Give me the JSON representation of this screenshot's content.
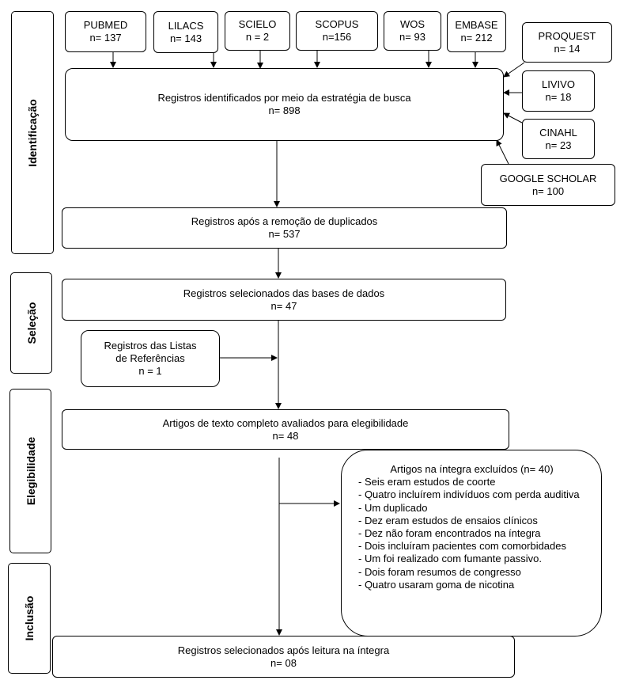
{
  "stages": {
    "identificacao": "Identificação",
    "selecao": "Seleção",
    "elegibilidade": "Elegibilidade",
    "inclusao": "Inclusão"
  },
  "databases": {
    "pubmed": {
      "name": "PUBMED",
      "count": "n= 137"
    },
    "lilacs": {
      "name": "LILACS",
      "count": "n= 143"
    },
    "scielo": {
      "name": "SCIELO",
      "count": "n = 2"
    },
    "scopus": {
      "name": "SCOPUS",
      "count": "n=156"
    },
    "wos": {
      "name": "WOS",
      "count": "n= 93"
    },
    "embase": {
      "name": "EMBASE",
      "count": "n= 212"
    },
    "proquest": {
      "name": "PROQUEST",
      "count": "n= 14"
    },
    "livivo": {
      "name": "LIVIVO",
      "count": "n= 18"
    },
    "cinahl": {
      "name": "CINAHL",
      "count": "n= 23"
    },
    "google_scholar": {
      "name": "GOOGLE SCHOLAR",
      "count": "n= 100"
    }
  },
  "flow": {
    "identified": {
      "label": "Registros identificados por meio da estratégia de busca",
      "count": "n= 898"
    },
    "deduplicated": {
      "label": "Registros após a remoção de duplicados",
      "count": "n= 537"
    },
    "selected": {
      "label": "Registros selecionados das bases de dados",
      "count": "n= 47"
    },
    "reference_lists": {
      "line1": "Registros das Listas",
      "line2": "de Referências",
      "count": "n = 1"
    },
    "fulltext": {
      "label": "Artigos de texto completo avaliados para elegibilidade",
      "count": "n= 48"
    },
    "included": {
      "label": "Registros selecionados após leitura na íntegra",
      "count": "n= 08"
    }
  },
  "excluded": {
    "title": "Artigos na íntegra excluídos (n= 40)",
    "reasons": [
      "- Seis eram estudos de coorte",
      "- Quatro incluírem indivíduos com perda auditiva",
      "- Um duplicado",
      "- Dez eram estudos de ensaios clínicos",
      "- Dez não foram encontrados na íntegra",
      "- Dois incluíram pacientes com comorbidades",
      "- Um foi realizado com fumante passivo.",
      "- Dois foram resumos de congresso",
      "- Quatro usaram goma de nicotina"
    ]
  }
}
